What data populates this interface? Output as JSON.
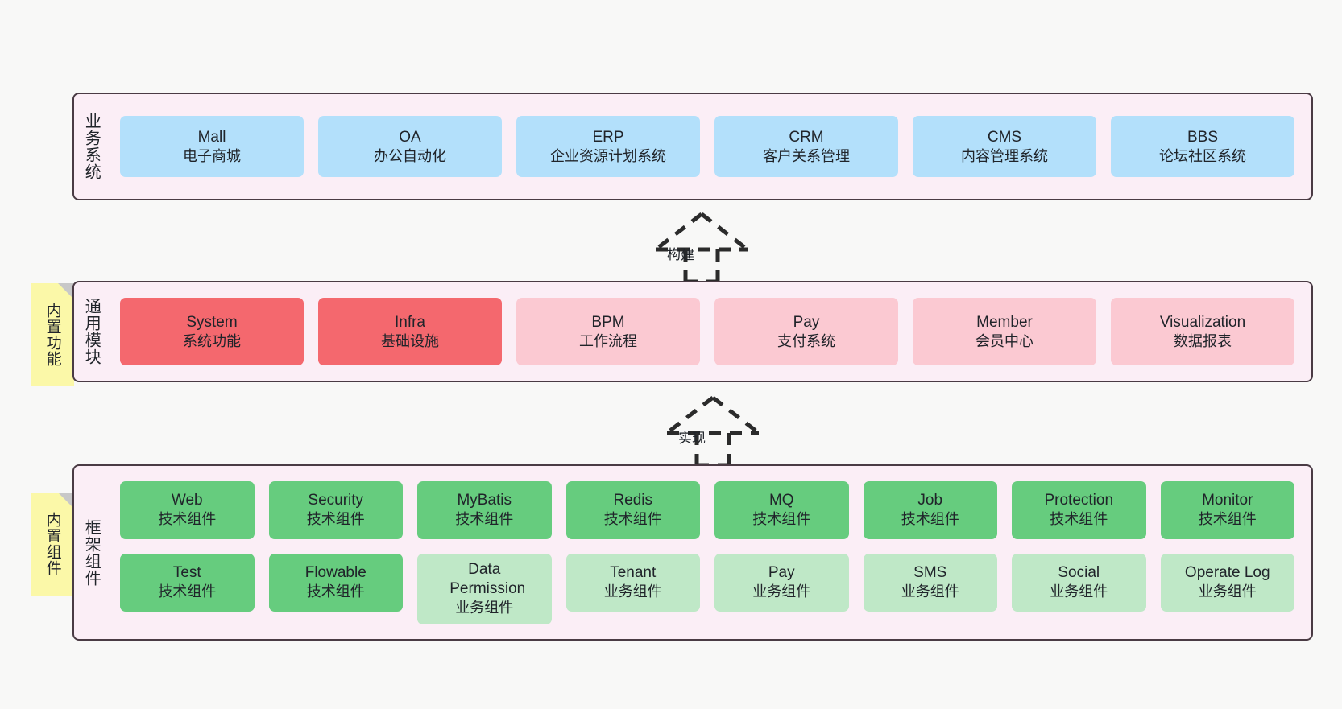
{
  "diagram": {
    "layers": [
      {
        "id": "business",
        "title": "业务系统",
        "style": "blue",
        "rows": [
          {
            "cards": [
              {
                "name": "Mall",
                "desc": "电子商城"
              },
              {
                "name": "OA",
                "desc": "办公自动化"
              },
              {
                "name": "ERP",
                "desc": "企业资源计划系统"
              },
              {
                "name": "CRM",
                "desc": "客户关系管理"
              },
              {
                "name": "CMS",
                "desc": "内容管理系统"
              },
              {
                "name": "BBS",
                "desc": "论坛社区系统"
              }
            ]
          }
        ]
      },
      {
        "id": "common",
        "title": "通用模块",
        "style": "pink",
        "note": "内置功能",
        "rows": [
          {
            "cards": [
              {
                "name": "System",
                "desc": "系统功能",
                "accent": "red"
              },
              {
                "name": "Infra",
                "desc": "基础设施",
                "accent": "red"
              },
              {
                "name": "BPM",
                "desc": "工作流程",
                "accent": "pink"
              },
              {
                "name": "Pay",
                "desc": "支付系统",
                "accent": "pink"
              },
              {
                "name": "Member",
                "desc": "会员中心",
                "accent": "pink"
              },
              {
                "name": "Visualization",
                "desc": "数据报表",
                "accent": "pink"
              }
            ]
          }
        ]
      },
      {
        "id": "framework",
        "title": "框架组件",
        "style": "green",
        "note": "内置组件",
        "rows": [
          {
            "cards": [
              {
                "name": "Web",
                "desc": "技术组件",
                "accent": "green"
              },
              {
                "name": "Security",
                "desc": "技术组件",
                "accent": "green"
              },
              {
                "name": "MyBatis",
                "desc": "技术组件",
                "accent": "green"
              },
              {
                "name": "Redis",
                "desc": "技术组件",
                "accent": "green"
              },
              {
                "name": "MQ",
                "desc": "技术组件",
                "accent": "green"
              },
              {
                "name": "Job",
                "desc": "技术组件",
                "accent": "green"
              },
              {
                "name": "Protection",
                "desc": "技术组件",
                "accent": "green"
              },
              {
                "name": "Monitor",
                "desc": "技术组件",
                "accent": "green"
              }
            ]
          },
          {
            "cards": [
              {
                "name": "Test",
                "desc": "技术组件",
                "accent": "green"
              },
              {
                "name": "Flowable",
                "desc": "技术组件",
                "accent": "green"
              },
              {
                "name": "Data Permission",
                "desc": "业务组件",
                "accent": "lgreen",
                "tall": true
              },
              {
                "name": "Tenant",
                "desc": "业务组件",
                "accent": "lgreen"
              },
              {
                "name": "Pay",
                "desc": "业务组件",
                "accent": "lgreen"
              },
              {
                "name": "SMS",
                "desc": "业务组件",
                "accent": "lgreen"
              },
              {
                "name": "Social",
                "desc": "业务组件",
                "accent": "lgreen"
              },
              {
                "name": "Operate Log",
                "desc": "业务组件",
                "accent": "lgreen"
              }
            ]
          }
        ]
      }
    ],
    "connectors": [
      {
        "id": "build",
        "label": "构建"
      },
      {
        "id": "implement",
        "label": "实现"
      }
    ],
    "colors": {
      "band_fill": "#fbeef6",
      "band_border": "#4a3b44",
      "blue": "#b3e0fb",
      "red": "#f4686e",
      "pink": "#fbc9d2",
      "green": "#66cc7e",
      "light_green": "#bfe8c7",
      "note": "#fbf8a8",
      "canvas": "#f8f8f7"
    }
  }
}
